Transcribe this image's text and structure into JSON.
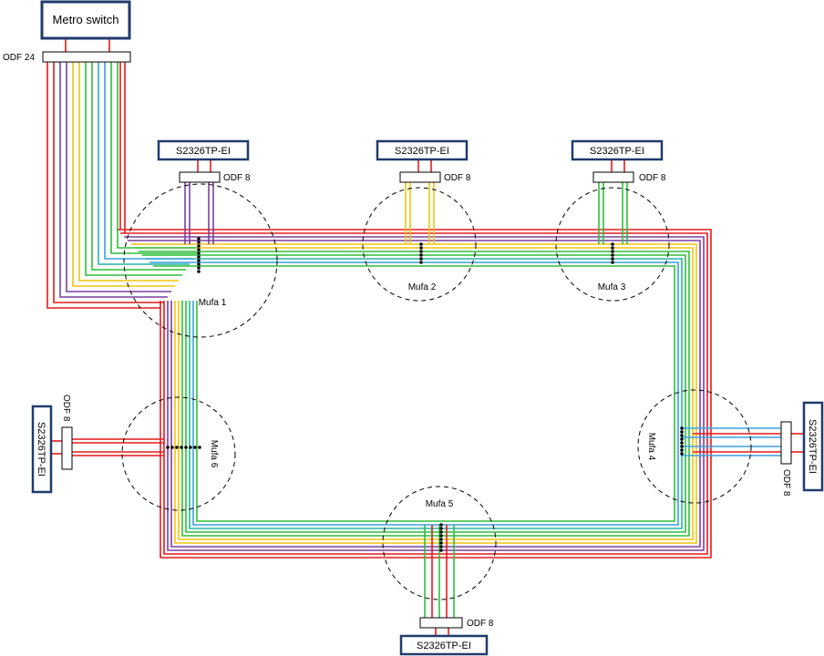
{
  "metro_switch": {
    "label": "Metro switch"
  },
  "odf_main": {
    "label": "ODF 24"
  },
  "devices": [
    {
      "id": "s1",
      "label": "S2326TP-EI",
      "odf": "ODF 8"
    },
    {
      "id": "s2",
      "label": "S2326TP-EI",
      "odf": "ODF 8"
    },
    {
      "id": "s3",
      "label": "S2326TP-EI",
      "odf": "ODF 8"
    },
    {
      "id": "s4",
      "label": "S2326TP-EI",
      "odf": "ODF 8"
    },
    {
      "id": "s5",
      "label": "S2326TP-EI",
      "odf": "ODF 8"
    },
    {
      "id": "s6",
      "label": "S2326TP-EI",
      "odf": "ODF 8"
    }
  ],
  "mufas": [
    {
      "id": "m1",
      "label": "Mufa 1"
    },
    {
      "id": "m2",
      "label": "Mufa 2"
    },
    {
      "id": "m3",
      "label": "Mufa 3"
    },
    {
      "id": "m4",
      "label": "Mufa 4"
    },
    {
      "id": "m5",
      "label": "Mufa 5"
    },
    {
      "id": "m6",
      "label": "Mufa 6"
    }
  ],
  "colors": {
    "red": "#e41a1c",
    "purple": "#7b3fa0",
    "yellow": "#f2c40f",
    "green": "#2fbf3a",
    "teal": "#27b3a6",
    "blue": "#3aa0e0",
    "box_border": "#1f3b6b"
  }
}
